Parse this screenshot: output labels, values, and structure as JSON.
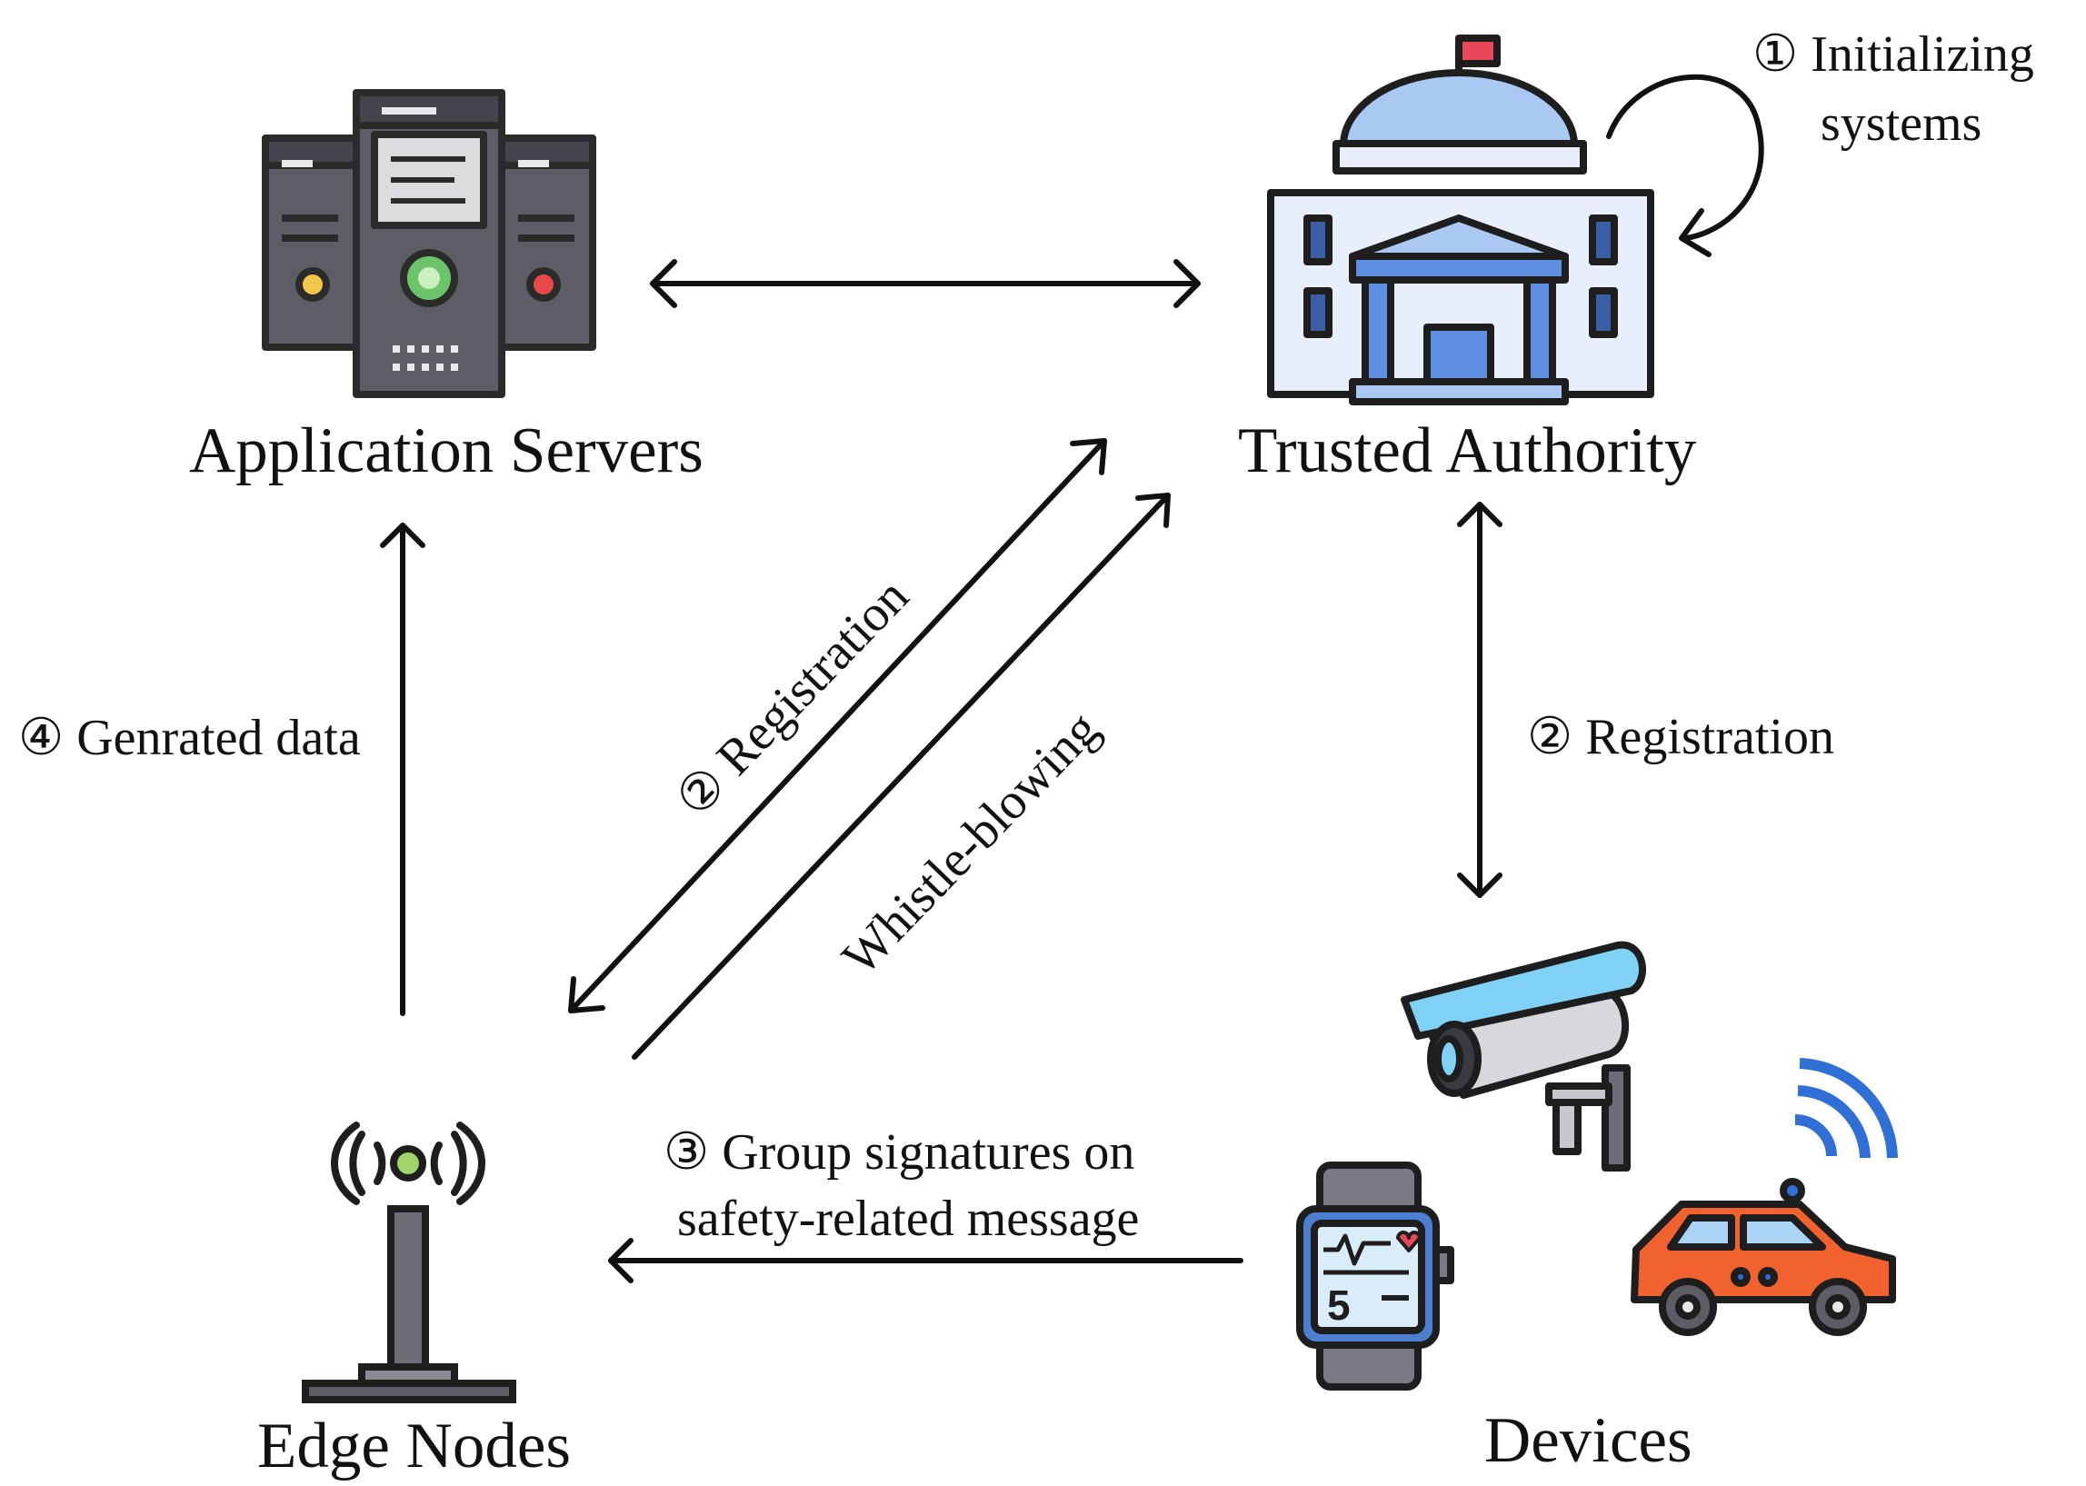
{
  "nodes": {
    "application_servers": "Application Servers",
    "trusted_authority": "Trusted Authority",
    "edge_nodes": "Edge Nodes",
    "devices": "Devices"
  },
  "edges": {
    "initializing_line1": "① Initializing",
    "initializing_line2": "systems",
    "registration_devices": "② Registration",
    "registration_edge": "② Registration",
    "whistle_blowing": "Whistle-blowing",
    "group_sig_line1": "③  Group signatures on",
    "group_sig_line2": "safety-related message",
    "generated_data": "④ Genrated data"
  },
  "device_widgets": {
    "watch_reading": "5"
  },
  "colors": {
    "arrow": "#111111",
    "outline": "#2b2b2b",
    "server_body": "#5d5d66",
    "building_blue": "#a9c8f2",
    "building_blue_dark": "#5e8ee0",
    "flag_red": "#e8485a",
    "car_orange": "#f2622e",
    "wifi_blue": "#2f6fd6",
    "camera_blue": "#7fd2f5",
    "antenna_green": "#9fd36b"
  }
}
